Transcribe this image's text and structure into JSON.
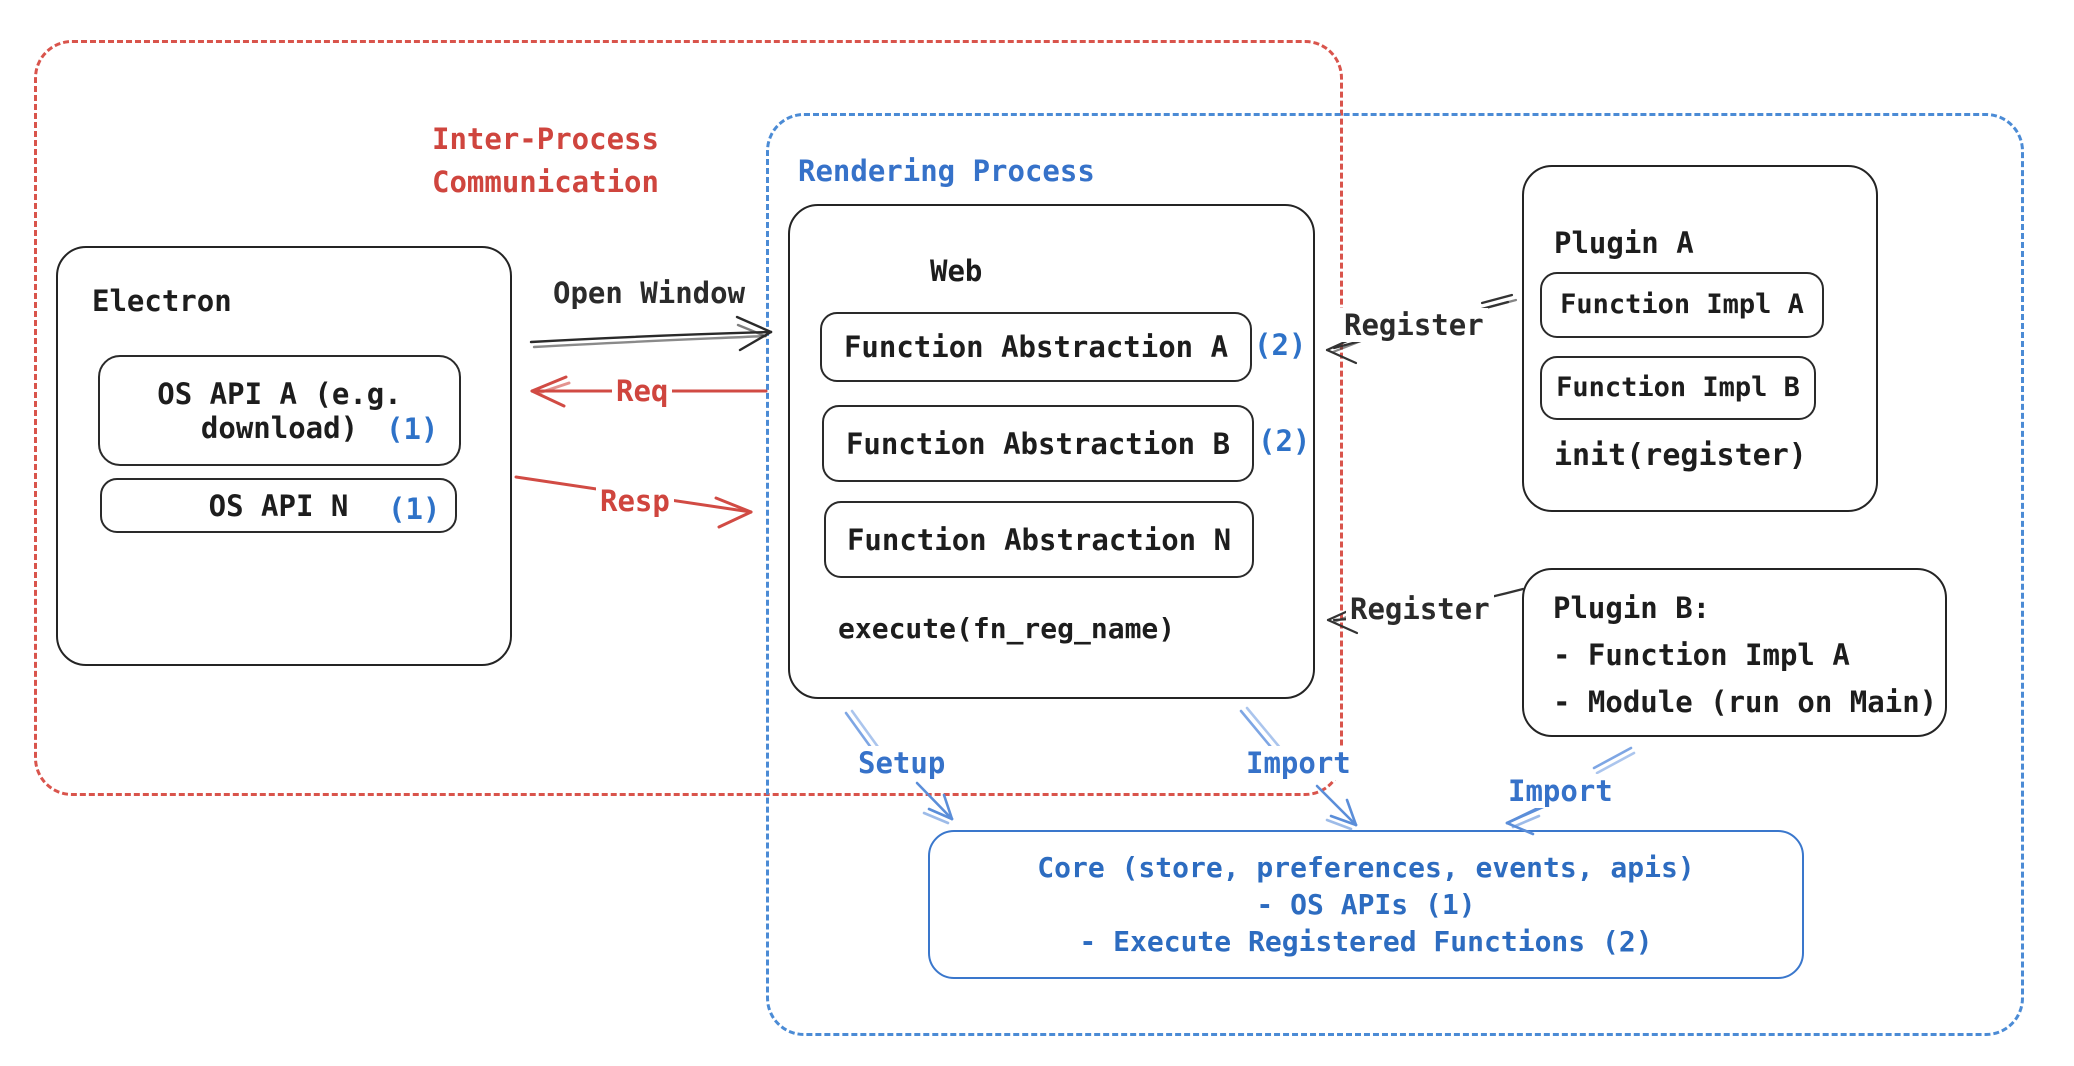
{
  "regions": {
    "ipc": {
      "label_line1": "Inter-Process",
      "label_line2": "Communication"
    },
    "rendering": {
      "label": "Rendering Process"
    }
  },
  "electron": {
    "title": "Electron",
    "apis": [
      {
        "line1": "OS API A (e.g.",
        "line2": "download)",
        "badge": "(1)"
      },
      {
        "line1": "OS API N",
        "line2": "",
        "badge": "(1)"
      }
    ]
  },
  "web": {
    "title": "Web",
    "abstractions": [
      {
        "label": "Function Abstraction A",
        "badge": "(2)"
      },
      {
        "label": "Function Abstraction B",
        "badge": "(2)"
      },
      {
        "label": "Function Abstraction N",
        "badge": ""
      }
    ],
    "execute": "execute(fn_reg_name)"
  },
  "plugin_a": {
    "title": "Plugin A",
    "impls": [
      "Function Impl A",
      "Function Impl B"
    ],
    "init": "init(register)"
  },
  "plugin_b": {
    "title": "Plugin B:",
    "item1": "- Function Impl A",
    "item2": "- Module (run on Main)"
  },
  "core": {
    "line1": "Core (store, preferences, events, apis)",
    "line2": "- OS APIs (1)",
    "line3": "- Execute Registered Functions (2)"
  },
  "arrows": {
    "open_window": "Open Window",
    "req": "Req",
    "resp": "Resp",
    "register_a": "Register",
    "register_b": "Register",
    "setup": "Setup",
    "import_web": "Import",
    "import_plugin": "Import"
  },
  "colors": {
    "red": "#d9544c",
    "blue": "#4b8bd5",
    "annotation_blue": "#2e72c8",
    "core_blue": "#2d6cc0",
    "ink": "#242424"
  }
}
